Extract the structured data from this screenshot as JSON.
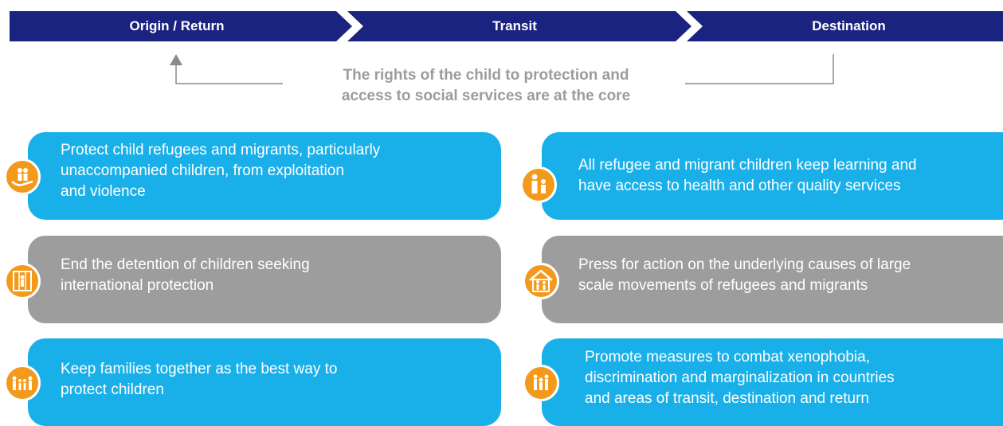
{
  "stages": [
    "Origin / Return",
    "Transit",
    "Destination"
  ],
  "core": {
    "line1": "The rights of the child to protection and",
    "line2": "access to social services are at the core"
  },
  "cards": [
    {
      "lines": [
        "Protect child refugees and migrants, particularly",
        "unaccompanied children, from exploitation",
        "and violence"
      ],
      "color": "#19b0ea",
      "icon": "hand-children-icon"
    },
    {
      "lines": [
        "All refugee and migrant children keep learning and",
        "have access to health and other quality services"
      ],
      "color": "#19b0ea",
      "icon": "adult-child-icon"
    },
    {
      "lines": [
        "End the detention of children seeking",
        "international protection"
      ],
      "color": "#9d9d9d",
      "icon": "children-behind-bars-icon"
    },
    {
      "lines": [
        "Press for action on the underlying causes of large",
        "scale movements of refugees and migrants"
      ],
      "color": "#9d9d9d",
      "icon": "family-house-icon"
    },
    {
      "lines": [
        "Keep families together as the best way to",
        "protect children"
      ],
      "color": "#19b0ea",
      "icon": "family-group-icon"
    },
    {
      "lines": [
        "Promote measures to combat xenophobia,",
        "discrimination and marginalization in countries",
        "and areas of transit, destination and return"
      ],
      "color": "#19b0ea",
      "icon": "diverse-people-icon"
    }
  ],
  "colors": {
    "banner": "#1b2380",
    "blue_card": "#19b0ea",
    "gray_card": "#9d9d9d",
    "icon": "#f39a1c",
    "core_text": "#9c9c9c"
  }
}
